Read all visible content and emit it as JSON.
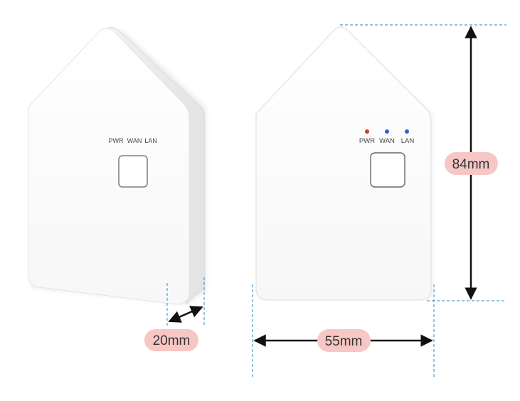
{
  "left_device": {
    "indicator_labels": [
      "PWR",
      "WAN",
      "LAN"
    ]
  },
  "right_device": {
    "indicator_labels": [
      "PWR",
      "WAN",
      "LAN"
    ],
    "led_colors": [
      "#d9362b",
      "#2b5fd9",
      "#2b5fd9"
    ]
  },
  "dimensions": {
    "depth_label": "20mm",
    "width_label": "55mm",
    "height_label": "84mm"
  },
  "colors": {
    "pill_background": "#f6c7c4",
    "pill_text": "#333333",
    "arrow": "#111111",
    "guide_line": "#4a9fd4",
    "device_body": "#ffffff",
    "device_shadow": "#e6e6e6"
  }
}
